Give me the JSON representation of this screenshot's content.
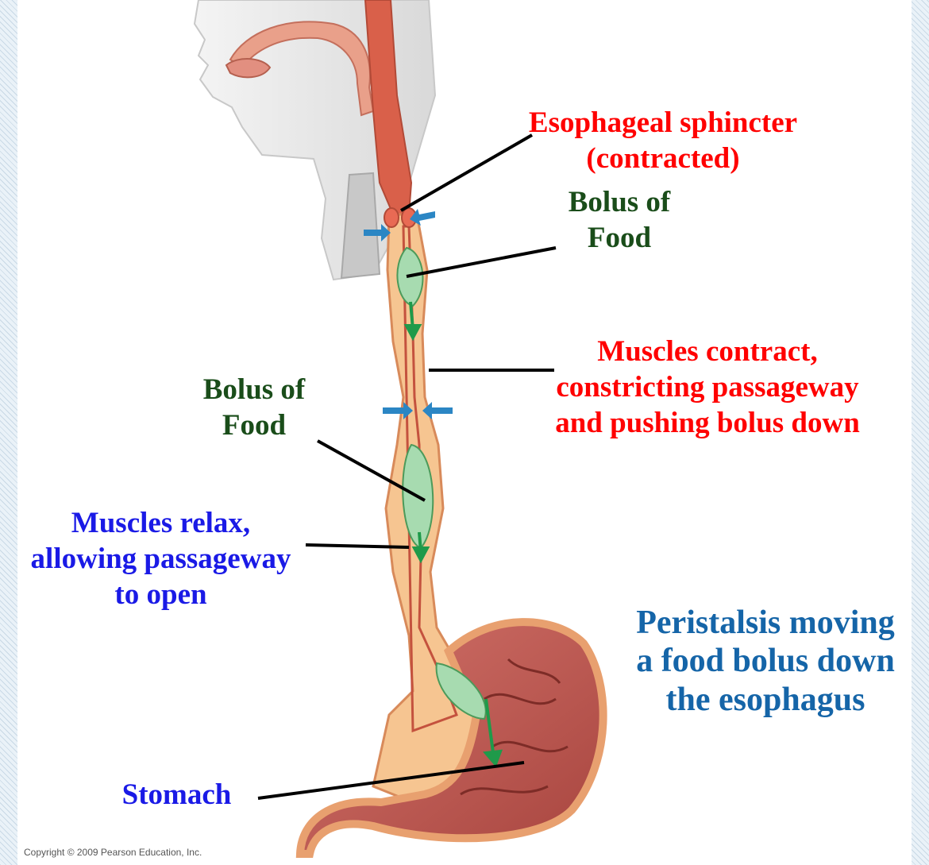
{
  "labels": {
    "sphincter": [
      "Esophageal sphincter",
      "(contracted)"
    ],
    "bolus_top": [
      "Bolus of",
      "Food"
    ],
    "muscles_contract": [
      "Muscles contract,",
      "constricting passageway",
      "and pushing bolus down"
    ],
    "bolus_mid": [
      "Bolus of",
      "Food"
    ],
    "muscles_relax": [
      "Muscles relax,",
      "allowing passageway",
      "to open"
    ],
    "title": [
      "Peristalsis moving",
      "a food bolus down",
      "the esophagus"
    ],
    "stomach": "Stomach"
  },
  "copyright": "Copyright © 2009 Pearson Education, Inc.",
  "colors": {
    "red_label": "#ff0000",
    "green_label": "#1a4d1a",
    "blue_label": "#1a1ae6",
    "title": "#1565a8",
    "esophagus": "#f6c591",
    "bolus": "#a7dbb0",
    "arrow": "#2b86c4"
  }
}
